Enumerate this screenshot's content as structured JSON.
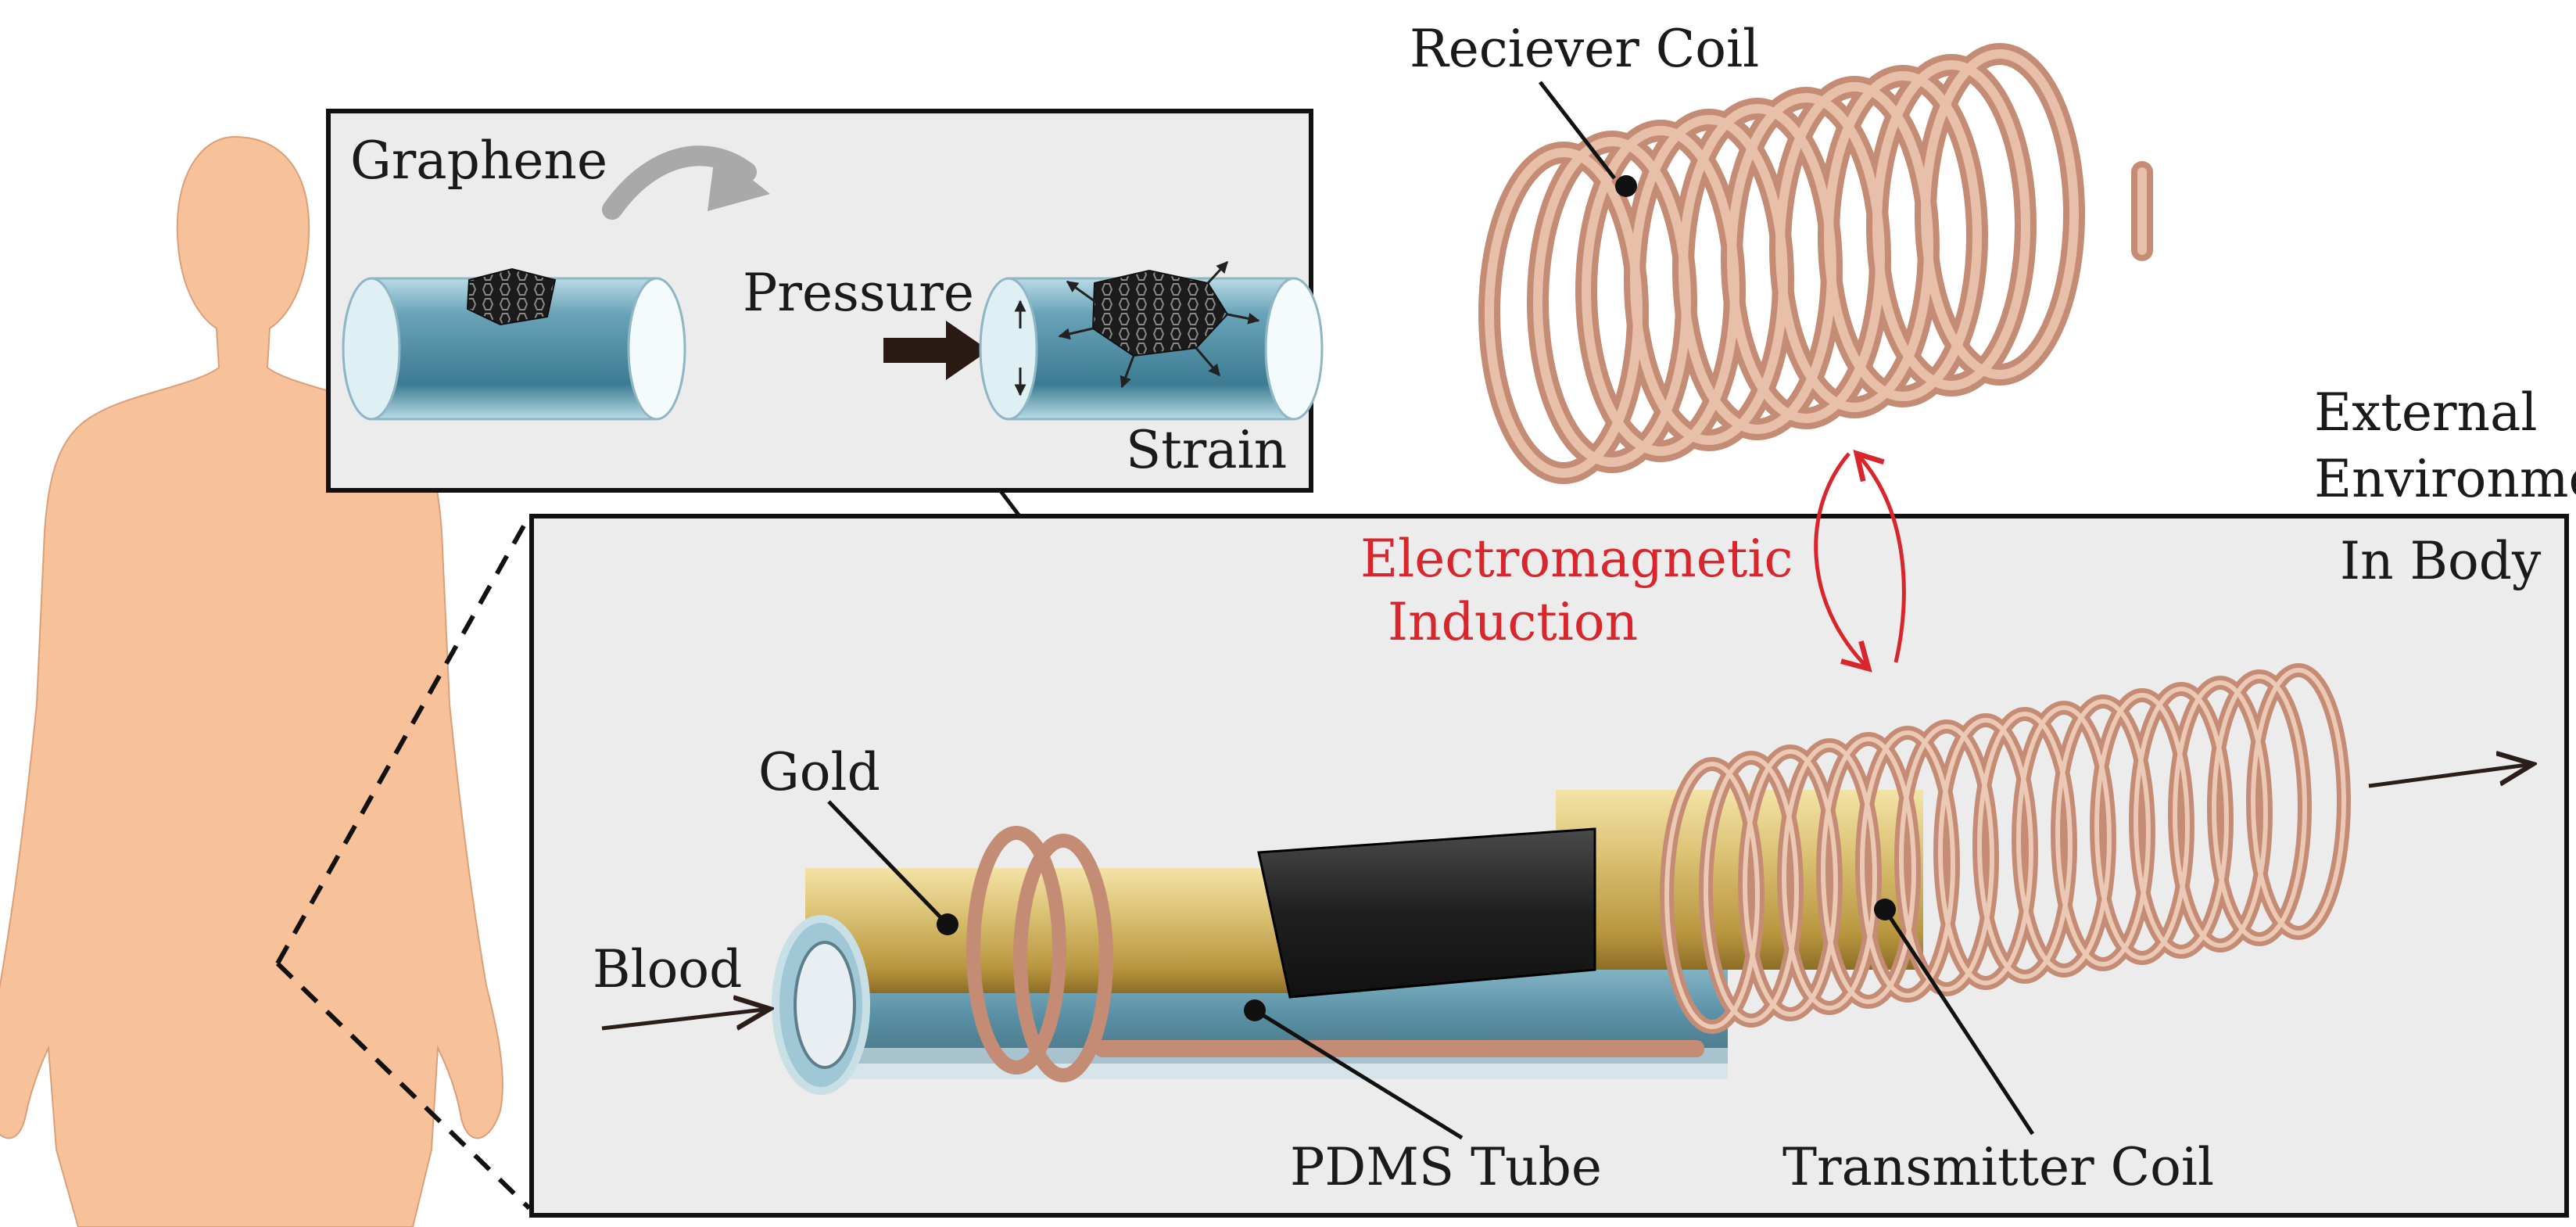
{
  "labels": {
    "receiver_coil": "Reciever Coil",
    "graphene": "Graphene",
    "pressure": "Pressure",
    "strain": "Strain",
    "external_environment_line1": "External",
    "external_environment_line2": "Environment",
    "in_body": "In Body",
    "induction_line1": "Electromagnetic",
    "induction_line2": "Induction",
    "gold": "Gold",
    "blood": "Blood",
    "pdms_tube": "PDMS Tube",
    "transmitter_coil": "Transmitter Coil"
  },
  "colors": {
    "skin": "#f7c199",
    "panel_fill": "#ececec",
    "gold": "#d8be6e",
    "graphene": "#222222",
    "pdms_tube": "#4f8fa6",
    "copper": "#d9a58c",
    "induction_text": "#d9262c",
    "label_text": "#1a1a1a"
  }
}
